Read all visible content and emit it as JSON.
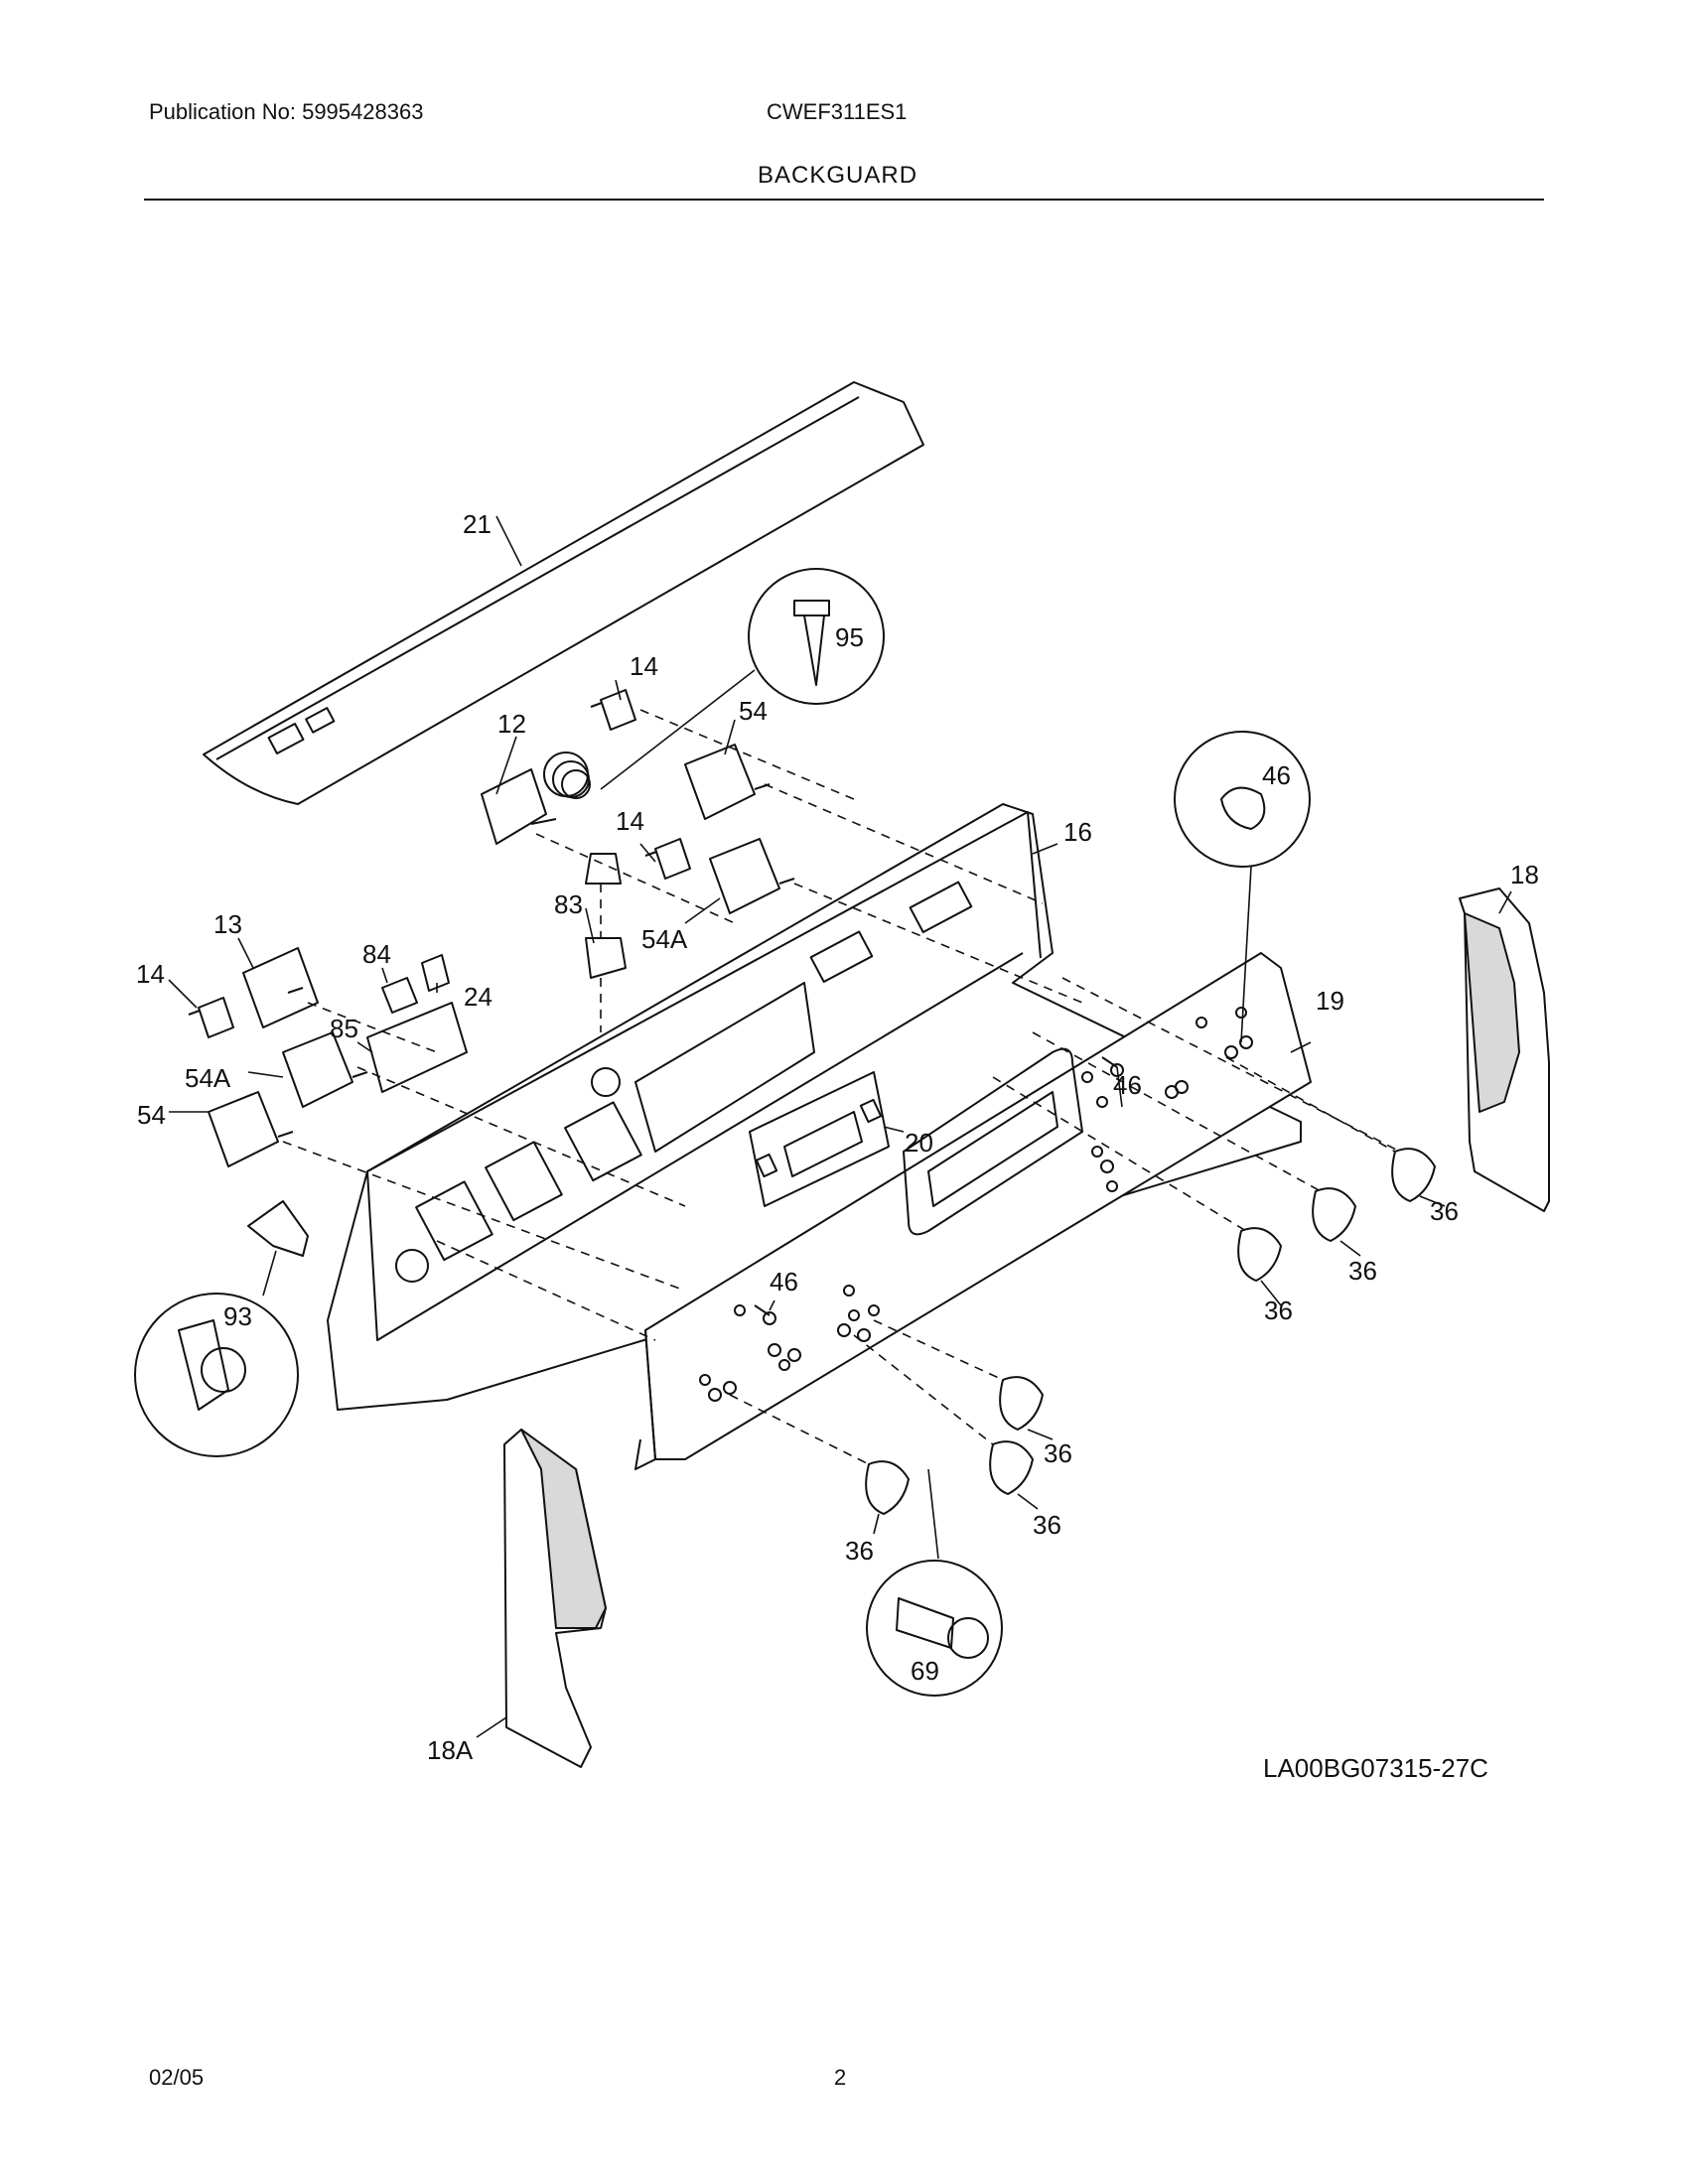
{
  "header": {
    "publication": "Publication No: 5995428363",
    "model": "CWEF311ES1",
    "section_title": "BACKGUARD"
  },
  "callouts": {
    "c21": "21",
    "c95": "95",
    "c14a": "14",
    "c54a": "54",
    "c12": "12",
    "c46a": "46",
    "c16": "16",
    "c18": "18",
    "c14b": "14",
    "c83": "83",
    "c54Aa": "54A",
    "c13": "13",
    "c84": "84",
    "c24": "24",
    "c14c": "14",
    "c85": "85",
    "c19": "19",
    "c54Ab": "54A",
    "c46b": "46",
    "c54b": "54",
    "c20": "20",
    "c36a": "36",
    "c36b": "36",
    "c36c": "36",
    "c93": "93",
    "c46c": "46",
    "c36d": "36",
    "c36e": "36",
    "c36f": "36",
    "c69": "69",
    "c18A": "18A"
  },
  "drawing_code": "LA00BG07315-27C",
  "footer": {
    "date": "02/05",
    "page": "2"
  }
}
